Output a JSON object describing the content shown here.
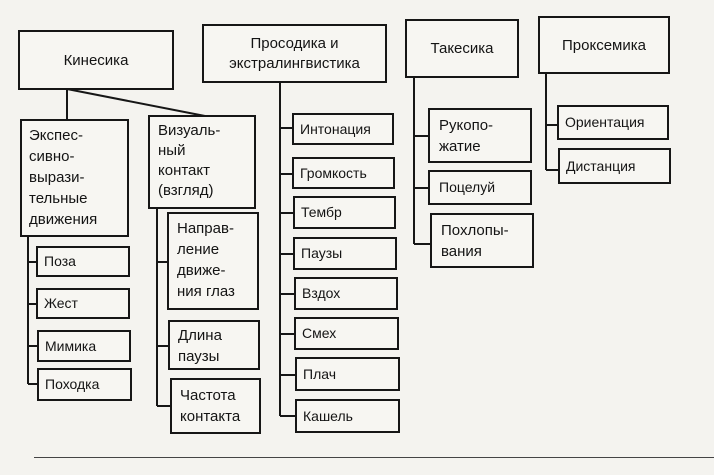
{
  "diagram": {
    "categories": [
      {
        "id": "kinesika",
        "label": "Кинесика",
        "groups": [
          {
            "label": "Экспес-\nсивно-\nвырази-\nтельные\nдвижения",
            "items": [
              "Поза",
              "Жест",
              "Мимика",
              "Походка"
            ]
          },
          {
            "label": "Визуаль-\nный\nконтакт\n(взгляд)",
            "items": [
              "Направ-\nление\nдвиже-\nния глаз",
              "Длина\nпаузы",
              "Частота\nконтакта"
            ]
          }
        ]
      },
      {
        "id": "prosodika",
        "label": "Просодика и\nэкстралингвистика",
        "items": [
          "Интонация",
          "Громкость",
          "Тембр",
          "Паузы",
          "Вздох",
          "Смех",
          "Плач",
          "Кашель"
        ]
      },
      {
        "id": "takesika",
        "label": "Такесика",
        "items": [
          "Рукопо-\nжатие",
          "Поцелуй",
          "Похлопы-\nвания"
        ]
      },
      {
        "id": "proksemika",
        "label": "Проксемика",
        "items": [
          "Ориентация",
          "Дистанция"
        ]
      }
    ]
  }
}
